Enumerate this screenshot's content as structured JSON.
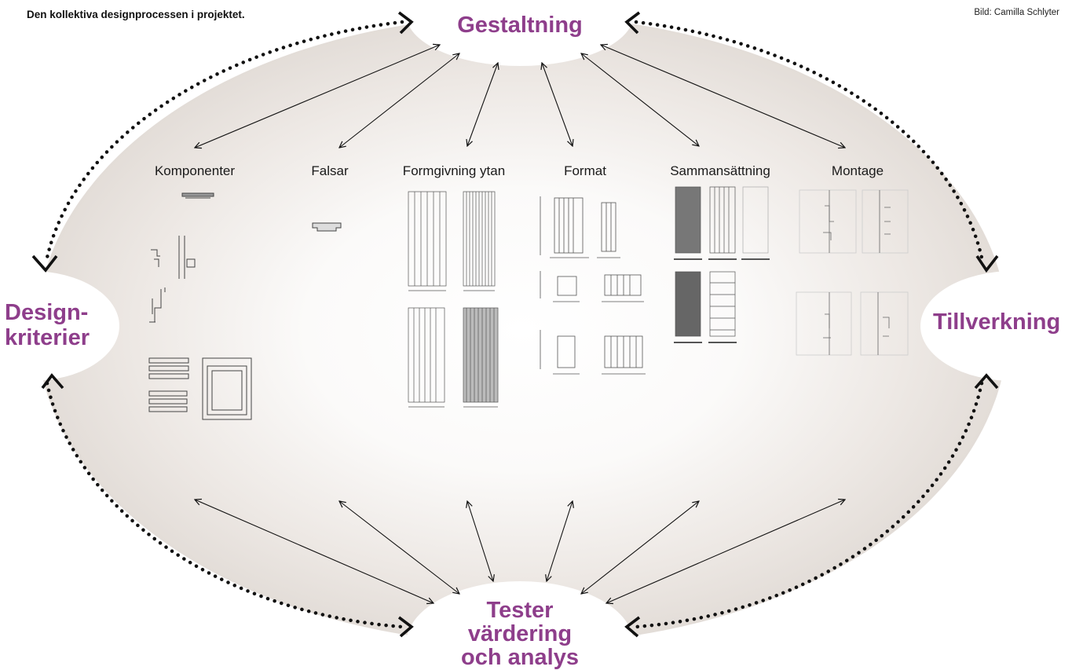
{
  "caption": "Den kollektiva designprocessen i projektet.",
  "credit": "Bild: Camilla Schlyter",
  "nodes": {
    "top": "Gestaltning",
    "left_line1": "Design-",
    "left_line2": "kriterier",
    "right": "Tillverkning",
    "bottom_line1": "Tester",
    "bottom_line2": "värdering",
    "bottom_line3": "och analys"
  },
  "subtopics": [
    "Komponenter",
    "Falsar",
    "Formgivning ytan",
    "Format",
    "Sammansättning",
    "Montage"
  ],
  "colors": {
    "accent": "#8e3e8b",
    "field": "#e8e2dd",
    "line": "#111111"
  }
}
